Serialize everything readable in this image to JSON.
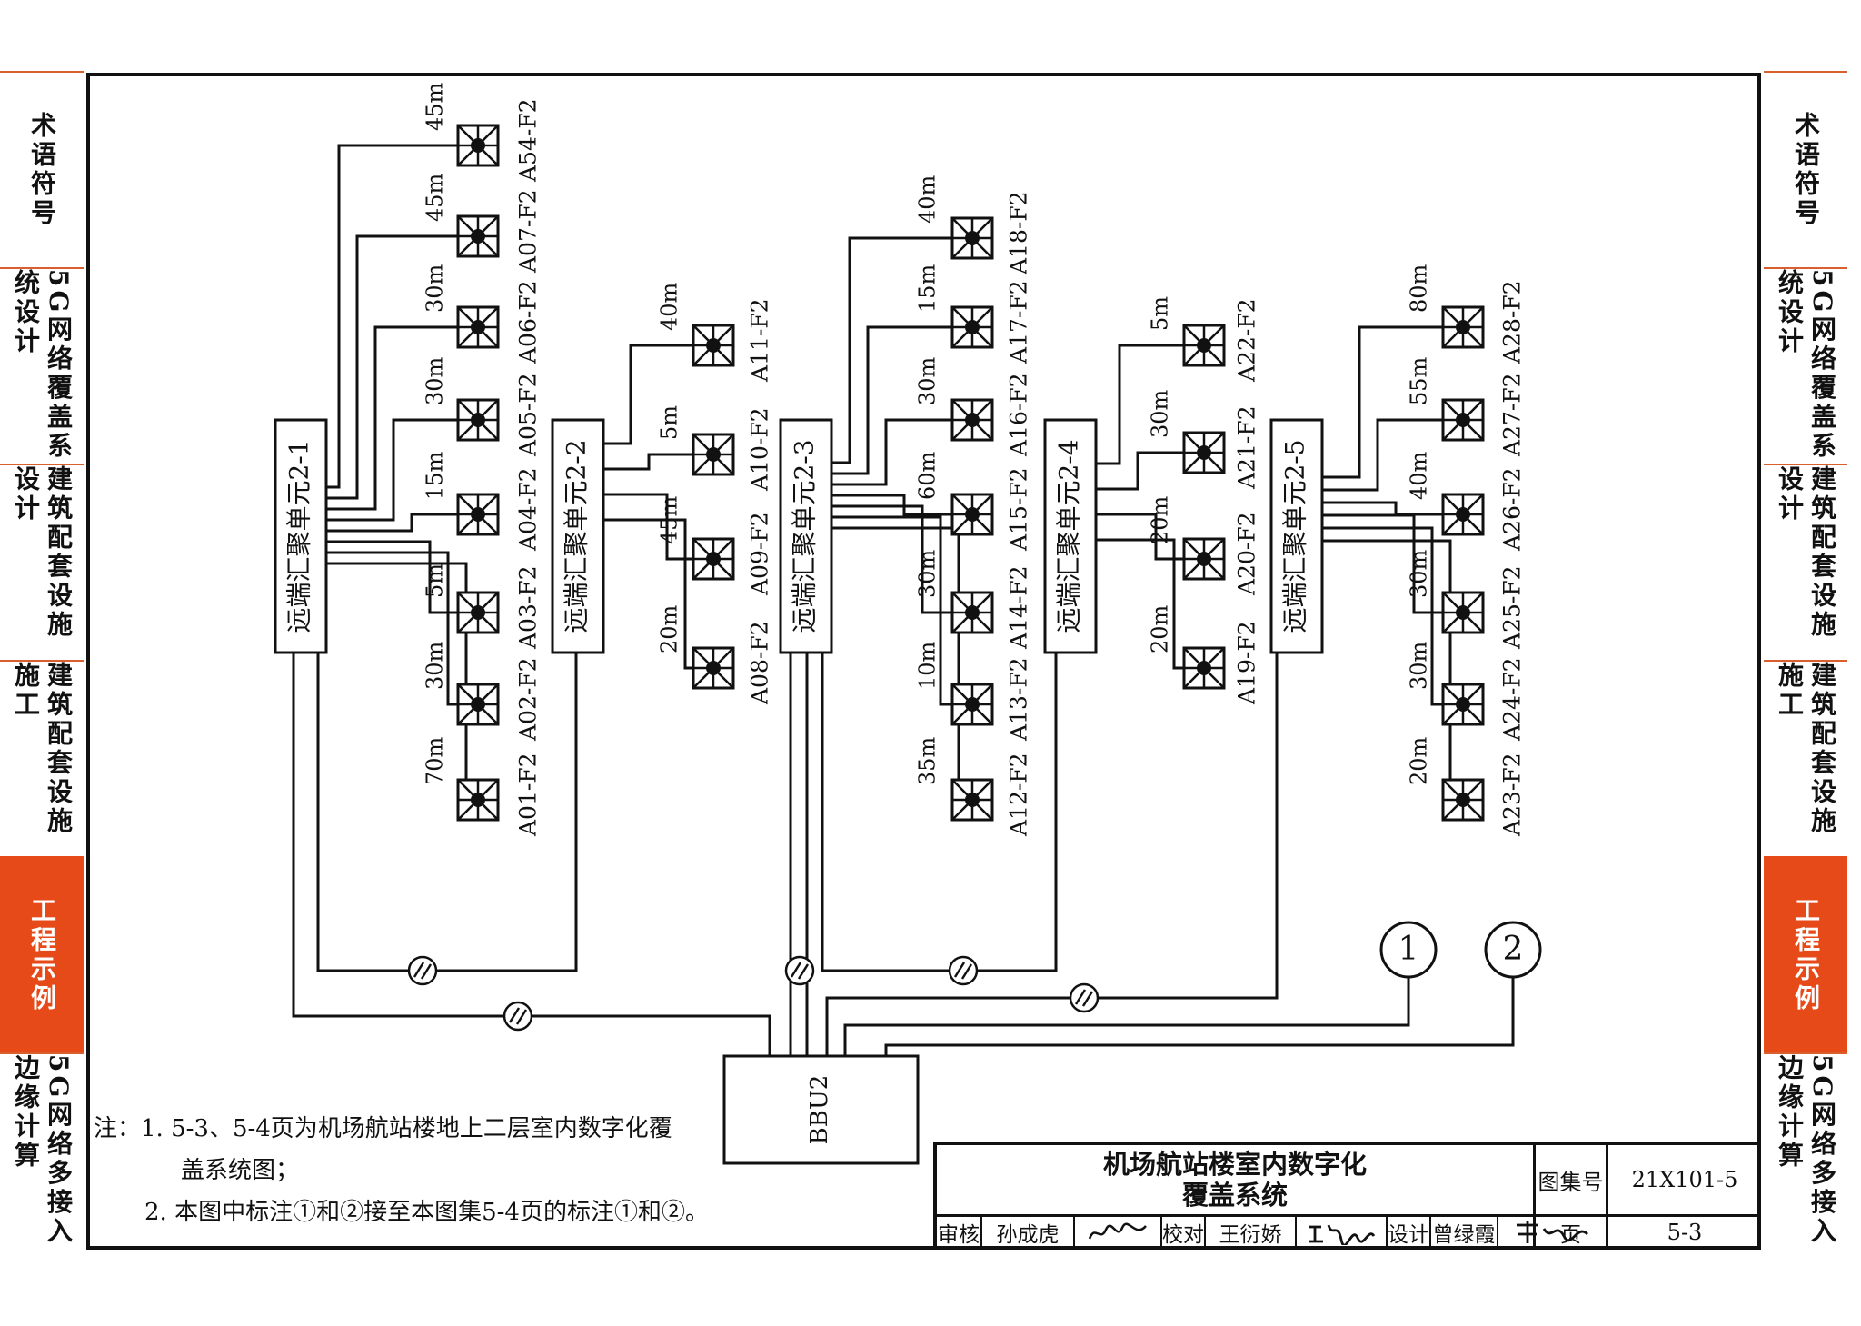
{
  "side_tabs": {
    "items": [
      {
        "label": "术语符号"
      },
      {
        "label": "5G网络覆盖系统设计"
      },
      {
        "label": "建筑配套设施设计"
      },
      {
        "label": "建筑配套设施施工"
      },
      {
        "label": "工程示例",
        "active": true
      },
      {
        "label": "5G网络多接入边缘计算"
      }
    ],
    "active_color": "#e64a19"
  },
  "diagram": {
    "units": [
      {
        "label": "远端汇聚单元2-1"
      },
      {
        "label": "远端汇聚单元2-2"
      },
      {
        "label": "远端汇聚单元2-3"
      },
      {
        "label": "远端汇聚单元2-4"
      },
      {
        "label": "远端汇聚单元2-5"
      }
    ],
    "bbu_label": "BBU2",
    "connectors": [
      "1",
      "2"
    ],
    "antennas": {
      "unit1": [
        {
          "length": "45m",
          "label": "A54-F2"
        },
        {
          "length": "45m",
          "label": "A07-F2"
        },
        {
          "length": "30m",
          "label": "A06-F2"
        },
        {
          "length": "30m",
          "label": "A05-F2"
        },
        {
          "length": "15m",
          "label": "A04-F2"
        },
        {
          "length": "5m",
          "label": "A03-F2"
        },
        {
          "length": "30m",
          "label": "A02-F2"
        },
        {
          "length": "70m",
          "label": "A01-F2"
        }
      ],
      "unit2": [
        {
          "length": "40m",
          "label": "A11-F2"
        },
        {
          "length": "5m",
          "label": "A10-F2"
        },
        {
          "length": "45m",
          "label": "A09-F2"
        },
        {
          "length": "20m",
          "label": "A08-F2"
        }
      ],
      "unit3": [
        {
          "length": "40m",
          "label": "A18-F2"
        },
        {
          "length": "15m",
          "label": "A17-F2"
        },
        {
          "length": "30m",
          "label": "A16-F2"
        },
        {
          "length": "60m",
          "label": "A15-F2"
        },
        {
          "length": "30m",
          "label": "A14-F2"
        },
        {
          "length": "10m",
          "label": "A13-F2"
        },
        {
          "length": "35m",
          "label": "A12-F2"
        }
      ],
      "unit4": [
        {
          "length": "5m",
          "label": "A22-F2"
        },
        {
          "length": "30m",
          "label": "A21-F2"
        },
        {
          "length": "20m",
          "label": "A20-F2"
        },
        {
          "length": "20m",
          "label": "A19-F2"
        }
      ],
      "unit5": [
        {
          "length": "80m",
          "label": "A28-F2"
        },
        {
          "length": "55m",
          "label": "A27-F2"
        },
        {
          "length": "40m",
          "label": "A26-F2"
        },
        {
          "length": "30m",
          "label": "A25-F2"
        },
        {
          "length": "30m",
          "label": "A24-F2"
        },
        {
          "length": "20m",
          "label": "A23-F2"
        }
      ]
    }
  },
  "notes": {
    "line1": "注：1. 5-3、5-4页为机场航站楼地上二层室内数字化覆",
    "line1b": "盖系统图；",
    "line2": "2. 本图中标注①和②接至本图集5-4页的标注①和②。"
  },
  "title_block": {
    "title_line1": "机场航站楼室内数字化",
    "title_line2": "覆盖系统",
    "atlas_no_label": "图集号",
    "atlas_no": "21X101-5",
    "page_label": "页",
    "page_no": "5-3",
    "review_label": "审核",
    "reviewer": "孙成虎",
    "check_label": "校对",
    "checker": "王衍娇",
    "design_label": "设计",
    "designer": "曾绿霞"
  }
}
